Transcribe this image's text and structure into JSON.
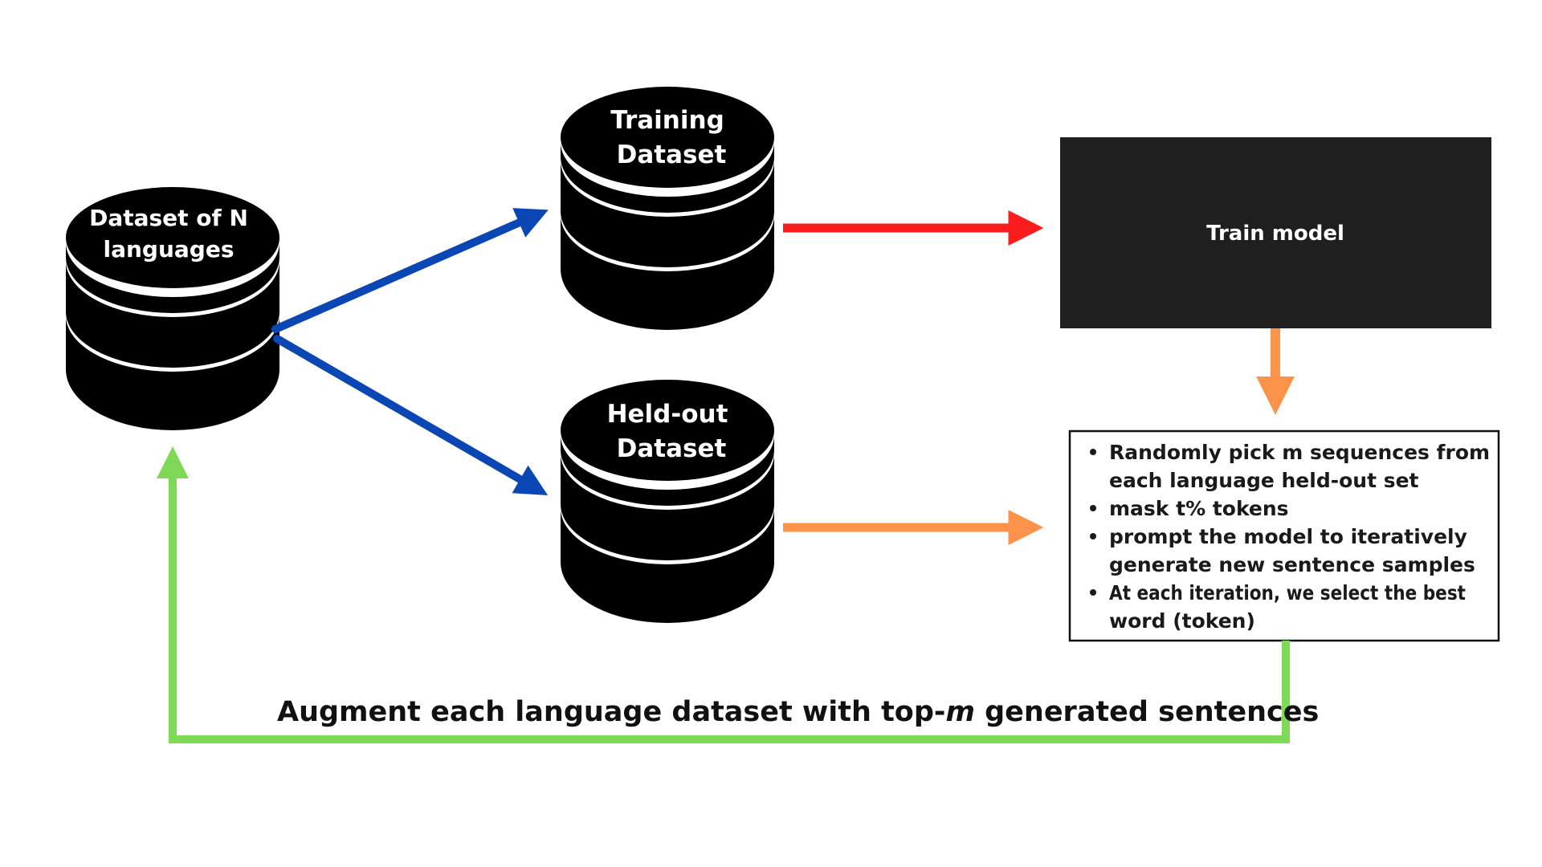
{
  "colors": {
    "database": "#000000",
    "split_arrow": "#0a47b5",
    "train_arrow": "#fb1d1d",
    "heldout_arrow": "#fd934b",
    "feedback_arrow": "#7ed957",
    "train_box": "#1f1f1f"
  },
  "databases": {
    "source": {
      "line1": "Dataset of N",
      "line2": "languages"
    },
    "training": {
      "line1": "Training",
      "line2": "Dataset"
    },
    "heldout": {
      "line1": "Held-out",
      "line2": "Dataset"
    }
  },
  "train_box": {
    "label": "Train model"
  },
  "procedure": {
    "steps": [
      {
        "lines": [
          "Randomly pick m sequences from",
          "each language held-out set"
        ]
      },
      {
        "lines": [
          "mask t% tokens"
        ]
      },
      {
        "lines": [
          "prompt the model to iteratively",
          "generate new sentence samples"
        ]
      },
      {
        "lines": [
          "At each iteration, we select the best",
          "word (token)"
        ]
      }
    ]
  },
  "caption": {
    "before": "Augment each language dataset with top-",
    "emphasis": "m",
    "after": " generated sentences"
  }
}
